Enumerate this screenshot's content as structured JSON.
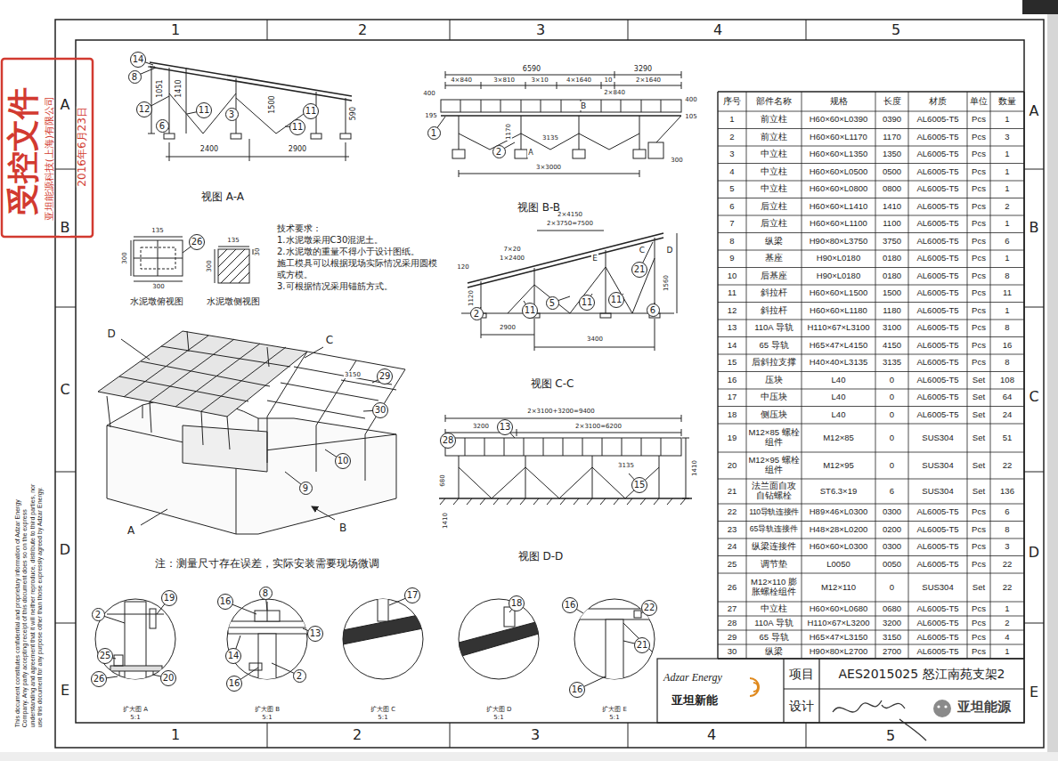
{
  "diagram": {
    "nodes": [
      {
        "text": [
          "14"
        ]
      },
      {
        "text": [
          "8"
        ]
      },
      {
        "text": [
          "12"
        ]
      },
      {
        "text": [
          "6"
        ]
      },
      {
        "text": [
          "11"
        ]
      },
      {
        "text": [
          "3"
        ]
      },
      {
        "text": [
          "11"
        ]
      },
      {
        "text": [
          "11"
        ]
      },
      {
        "text": [
          "1"
        ]
      },
      {
        "text": [
          "2"
        ]
      },
      {
        "text": [
          "26"
        ]
      },
      {
        "text": [
          "2"
        ]
      },
      {
        "text": [
          "11"
        ]
      },
      {
        "text": [
          "5"
        ]
      },
      {
        "text": [
          "11"
        ]
      },
      {
        "text": [
          "11"
        ]
      },
      {
        "text": [
          "6"
        ]
      },
      {
        "text": [
          "21"
        ]
      },
      {
        "text": [
          "29"
        ]
      },
      {
        "text": [
          "30"
        ]
      },
      {
        "text": [
          "10"
        ]
      },
      {
        "text": [
          "9"
        ]
      },
      {
        "text": [
          "13"
        ]
      },
      {
        "text": [
          "28"
        ]
      },
      {
        "text": [
          "15"
        ]
      },
      {
        "text": [
          "2"
        ]
      },
      {
        "text": [
          "19"
        ]
      },
      {
        "text": [
          "25"
        ]
      },
      {
        "text": [
          "26"
        ]
      },
      {
        "text": [
          "20"
        ]
      },
      {
        "text": [
          "16"
        ]
      },
      {
        "text": [
          "8"
        ]
      },
      {
        "text": [
          "13"
        ]
      },
      {
        "text": [
          "14"
        ]
      },
      {
        "text": [
          "16"
        ]
      },
      {
        "text": [
          "2"
        ]
      },
      {
        "text": [
          "17"
        ]
      },
      {
        "text": [
          "18"
        ]
      },
      {
        "text": [
          "16"
        ]
      },
      {
        "text": [
          "22"
        ]
      },
      {
        "text": [
          "21"
        ]
      },
      {
        "text": [
          "16"
        ]
      }
    ],
    "labels": [
      "1",
      "2",
      "3",
      "4",
      "5",
      "1",
      "2",
      "3",
      "4",
      "5",
      "A",
      "B",
      "C",
      "D",
      "E",
      "A",
      "B",
      "C",
      "D",
      "E",
      "受控文件",
      "亚坦能源科技(上海)有限公司",
      "2016年6月23日",
      "This document constitutes confidential and proprietary information of Adzar Energy Company. Any party accepting receipt of this document does so on the express understanding and agreement that it will neither reproduce, distribute to third parties, nor use this document for any purpose other than those expressly agreed by Adzar Energy.",
      "1051",
      "1410",
      "1500",
      "590",
      "2400",
      "2900",
      "视图 A-A",
      "6590",
      "3290",
      "4×840",
      "3×810",
      "3×10",
      "4×1640",
      "10",
      "2×1640",
      "2×840",
      "400",
      "400",
      "195",
      "105",
      "1170",
      "3135",
      "A",
      "B",
      "3×3000",
      "300",
      "视图 B-B",
      "135",
      "300",
      "300",
      "135",
      "30",
      "300",
      "水泥墩俯视图",
      "水泥墩侧视图",
      "技术要求：",
      "1.水泥墩采用C30混泥土。",
      "2.水泥墩的重量不得小于设计图纸。",
      "施工模具可以根据现场实际情况采用圆模",
      "或方模。",
      "3.可根据情况采用锚筋方式。",
      "2×4150",
      "2×3750=7500",
      "120",
      "7×20",
      "1×2400",
      "E",
      "C",
      "D",
      "1120",
      "2900",
      "3400",
      "1560",
      "视图 C-C",
      "D",
      "C",
      "A",
      "B",
      "3150",
      "2×3100+3200=9400",
      "2×3100=6200",
      "3200",
      "1410",
      "680",
      "1410",
      "3135",
      "视图 D-D",
      "注：测量尺寸存在误差，实际安装需要现场微调",
      "扩大图 A",
      "5:1",
      "扩大图 B",
      "5:1",
      "扩大图 C",
      "5:1",
      "扩大图 D",
      "5:1",
      "扩大图 E",
      "5:1",
      "Adzar Energy",
      "亚坦新能",
      "项目",
      "AES2015025 怒江南苑支架2",
      "设计",
      "亚坦能源",
      "序号",
      "部件名称",
      "规格",
      "长度",
      "材质",
      "单位",
      "数量",
      "1",
      "前立柱",
      "H60×60×L0390",
      "0390",
      "AL6005-T5",
      "Pcs",
      "1",
      "2",
      "前立柱",
      "H60×60×L1170",
      "1170",
      "AL6005-T5",
      "Pcs",
      "3",
      "3",
      "中立柱",
      "H60×60×L1350",
      "1350",
      "AL6005-T5",
      "Pcs",
      "1",
      "4",
      "中立柱",
      "H60×60×L0500",
      "0500",
      "AL6005-T5",
      "Pcs",
      "1",
      "5",
      "中立柱",
      "H60×60×L0800",
      "0800",
      "AL6005-T5",
      "Pcs",
      "1",
      "6",
      "后立柱",
      "H60×60×L1410",
      "1410",
      "AL6005-T5",
      "Pcs",
      "2",
      "7",
      "后立柱",
      "H60×60×L1100",
      "1100",
      "AL6005-T5",
      "Pcs",
      "1",
      "8",
      "纵梁",
      "H90×80×L3750",
      "3750",
      "AL6005-T5",
      "Pcs",
      "6",
      "9",
      "基座",
      "H90×L0180",
      "0180",
      "AL6005-T5",
      "Pcs",
      "1",
      "10",
      "后基座",
      "H90×L0180",
      "0180",
      "AL6005-T5",
      "Pcs",
      "8",
      "11",
      "斜拉杆",
      "H60×60×L1500",
      "1500",
      "AL6005-T5",
      "Pcs",
      "11",
      "12",
      "斜拉杆",
      "H60×60×L1180",
      "1180",
      "AL6005-T5",
      "Pcs",
      "1",
      "13",
      "110A 导轨",
      "H110×67×L3100",
      "3100",
      "AL6005-T5",
      "Pcs",
      "8",
      "14",
      "65 导轨",
      "H65×47×L4150",
      "4150",
      "AL6005-T5",
      "Pcs",
      "16",
      "15",
      "后斜拉支撑",
      "H40×40×L3135",
      "3135",
      "AL6005-T5",
      "Pcs",
      "8",
      "16",
      "压块",
      "L40",
      "0",
      "AL6005-T5",
      "Set",
      "108",
      "17",
      "中压块",
      "L40",
      "0",
      "AL6005-T5",
      "Set",
      "64",
      "18",
      "侧压块",
      "L40",
      "0",
      "AL6005-T5",
      "Set",
      "24",
      "19",
      "M12×85 螺栓组件",
      "M12×85",
      "0",
      "SUS304",
      "Set",
      "51",
      "20",
      "M12×95 螺栓组件",
      "M12×95",
      "0",
      "SUS304",
      "Set",
      "22",
      "21",
      "法兰面自攻 自钻螺栓",
      "ST6.3×19",
      "6",
      "SUS304",
      "Set",
      "136",
      "22",
      "110导轨连接件",
      "H89×46×L0300",
      "0300",
      "AL6005-T5",
      "Pcs",
      "6",
      "23",
      "65导轨连接件",
      "H48×28×L0200",
      "0200",
      "AL6005-T5",
      "Pcs",
      "8",
      "24",
      "纵梁连接件",
      "H60×60×L0300",
      "0300",
      "AL6005-T5",
      "Pcs",
      "3",
      "25",
      "调节垫",
      "L0050",
      "0050",
      "AL6005-T5",
      "Pcs",
      "22",
      "26",
      "M12×110 膨胀螺栓组件",
      "M12×110",
      "0",
      "SUS304",
      "Set",
      "22",
      "27",
      "中立柱",
      "H60×60×L0680",
      "0680",
      "AL6005-T5",
      "Pcs",
      "1",
      "28",
      "110A 导轨",
      "H110×67×L3200",
      "3200",
      "AL6005-T5",
      "Pcs",
      "2",
      "29",
      "65 导轨",
      "H65×47×L3150",
      "3150",
      "AL6005-T5",
      "Pcs",
      "4",
      "30",
      "纵梁",
      "H90×80×L2700",
      "2700",
      "AL6005-T5",
      "Pcs",
      "1"
    ]
  }
}
